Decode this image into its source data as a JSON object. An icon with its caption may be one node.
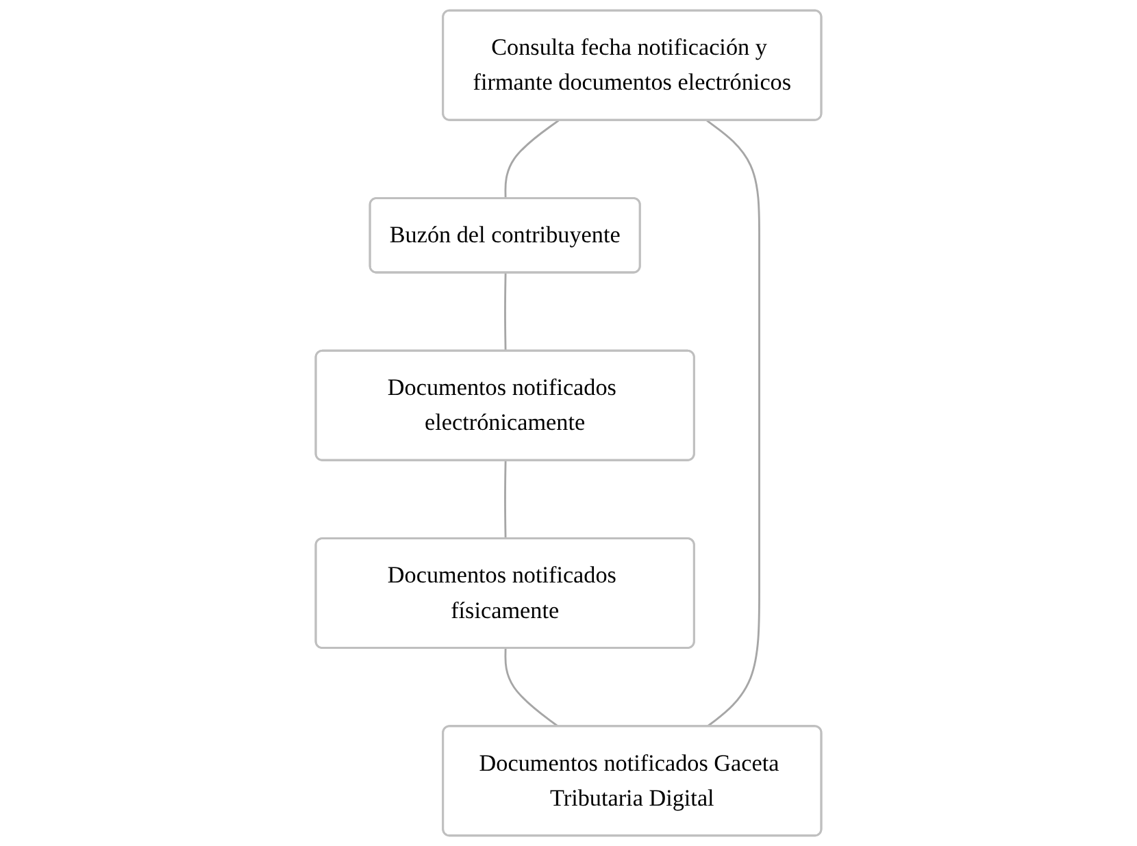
{
  "diagram": {
    "nodes": [
      {
        "text": [
          "Consulta fecha notificación y firmante documentos electrónicos"
        ]
      },
      {
        "text": [
          "Buzón del contribuyente"
        ]
      },
      {
        "text": [
          "Documentos notificados electrónicamente"
        ]
      },
      {
        "text": [
          "Documentos notificados físicamente"
        ]
      },
      {
        "text": [
          "Documentos notificados Gaceta Tributaria Digital"
        ]
      }
    ],
    "edges": [
      {
        "from": 0,
        "to": 1,
        "arrow": "none"
      },
      {
        "from": 1,
        "to": 2,
        "arrow": "none"
      },
      {
        "from": 2,
        "to": 3,
        "arrow": "none"
      },
      {
        "from": 3,
        "to": 4,
        "arrow": "none"
      },
      {
        "from": 4,
        "to": 0,
        "arrow": "none"
      }
    ]
  }
}
